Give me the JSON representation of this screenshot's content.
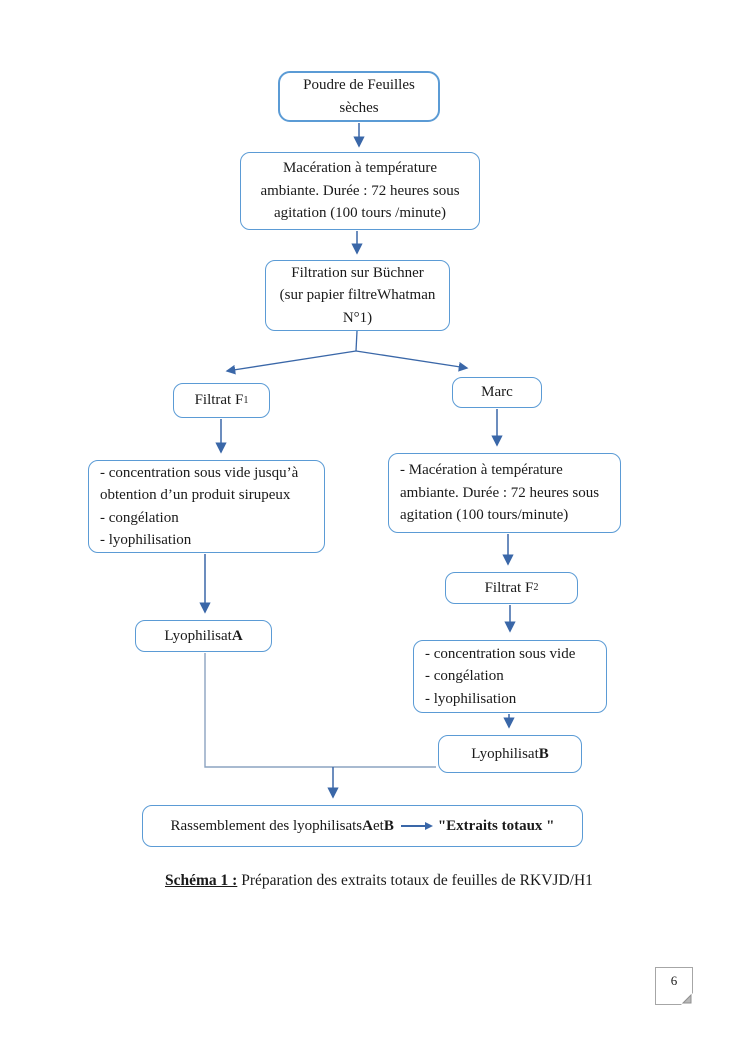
{
  "colors": {
    "box_border": "#5B9BD5",
    "arrow": "#3A67A8",
    "elbow_line": "#8ba3c0",
    "fold_gray": "#b8b8b8"
  },
  "flowchart": {
    "nodes": {
      "poudre": {
        "text": "Poudre de Feuilles\nsèches"
      },
      "maceration1": {
        "text": "Macération à température\nambiante. Durée : 72 heures sous\nagitation (100 tours /minute)"
      },
      "filtration": {
        "text": "Filtration sur Büchner\n(sur papier filtreWhatman\nN°1)"
      },
      "filtrat1": {
        "label": "Filtrat F",
        "sub": "1"
      },
      "marc": {
        "text": "Marc"
      },
      "process_left": {
        "text": "- concentration sous vide jusqu’à\nobtention d’un produit sirupeux\n- congélation\n- lyophilisation"
      },
      "maceration2": {
        "text": "- Macération à température\nambiante. Durée : 72 heures sous\nagitation (100 tours/minute)"
      },
      "filtrat2": {
        "label": "Filtrat F",
        "sub": "2"
      },
      "lyophilisat_a": {
        "label": "Lyophilisat ",
        "bold": "A"
      },
      "process_right": {
        "text": "- concentration sous vide\n- congélation\n- lyophilisation"
      },
      "lyophilisat_b": {
        "label": "Lyophilisat ",
        "bold": "B"
      },
      "rassemblement": {
        "part1": "Rassemblement des lyophilisats ",
        "bold_a": "A",
        "part2": " et ",
        "bold_b": "B",
        "result": "\"Extraits totaux \""
      }
    },
    "edges": [
      "poudre -> maceration1",
      "maceration1 -> filtration",
      "filtration -> filtrat1",
      "filtration -> marc",
      "filtrat1 -> process_left",
      "marc -> maceration2",
      "process_left -> lyophilisat_a",
      "maceration2 -> filtrat2",
      "filtrat2 -> process_right",
      "process_right -> lyophilisat_b",
      "lyophilisat_a -> rassemblement",
      "lyophilisat_b -> rassemblement"
    ]
  },
  "caption": {
    "label": "Schéma 1 :",
    "text": " Préparation des extraits totaux de feuilles de RKVJD/H1"
  },
  "page": {
    "number": "6"
  }
}
